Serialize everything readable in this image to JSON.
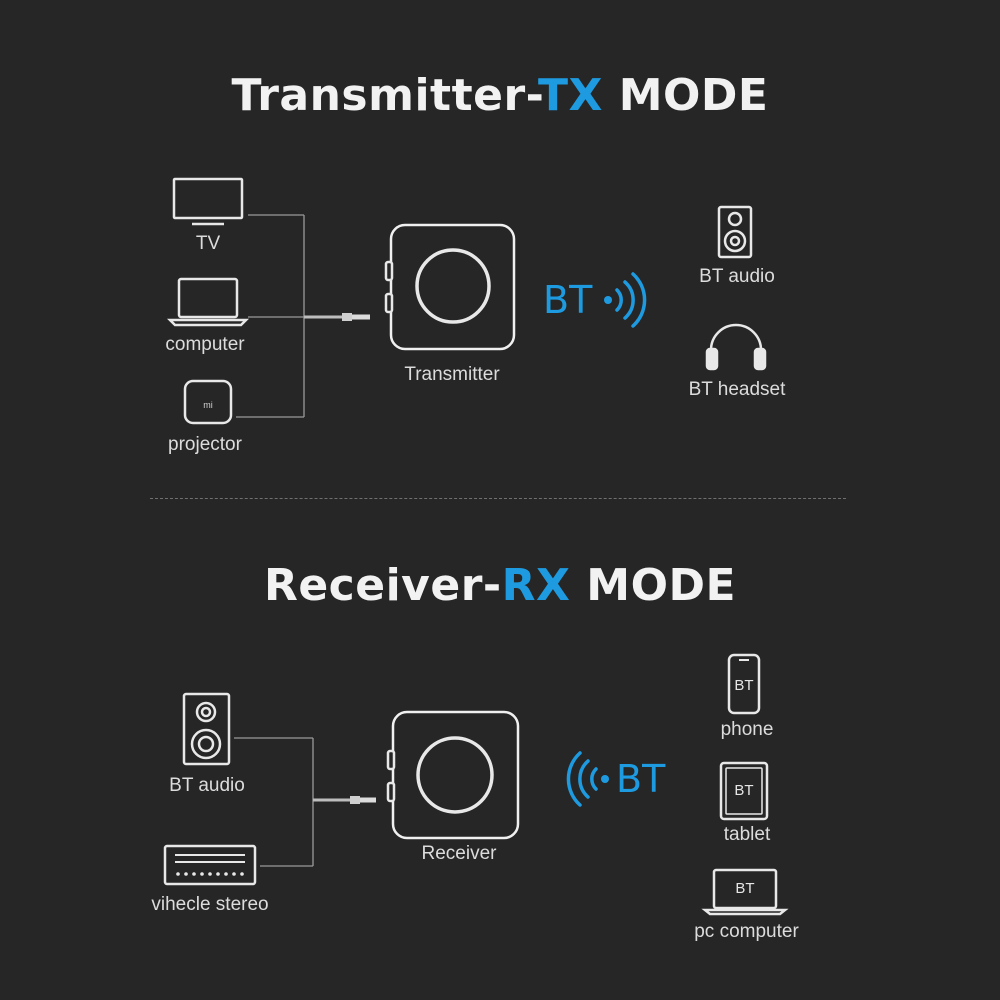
{
  "tx": {
    "title_prefix": "Transmitter-",
    "title_accent": "TX",
    "title_suffix": " MODE",
    "sources": [
      "TV",
      "computer",
      "projector"
    ],
    "device_label": "Transmitter",
    "bt_text": "BT",
    "outputs": [
      "BT audio",
      "BT headset"
    ]
  },
  "rx": {
    "title_prefix": "Receiver-",
    "title_accent": "RX",
    "title_suffix": " MODE",
    "outputs": [
      "BT audio",
      "vihecle stereo"
    ],
    "device_label": "Receiver",
    "bt_text": "BT",
    "sources": [
      "phone",
      "tablet",
      "pc computer"
    ],
    "source_badge": "BT"
  },
  "colors": {
    "accent": "#1e9be0",
    "background": "#262626"
  }
}
